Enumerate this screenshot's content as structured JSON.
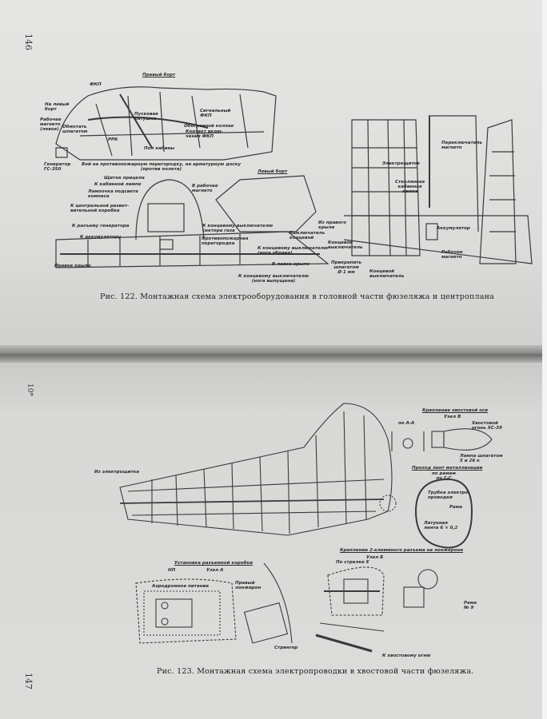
{
  "page_numbers": {
    "top": "146",
    "bottom": "147",
    "signature": "10*"
  },
  "figure_122": {
    "caption": "Рис. 122. Монтажная схема электрооборудования в головной части фюзеляжа и центроплана",
    "labels": [
      "Правый борт",
      "ФКП",
      "На левый\nборт",
      "Рабочее\nмагнето\n(левое)",
      "Обмотать\nшпагатом",
      "Пусковая\nкатушка",
      "РРК",
      "Сигнальный\nФКП",
      "Обогревной колпак",
      "Контакт вклю-\nчения ФКП",
      "Пол кабины",
      "Генератор\nГС-350",
      "Вой на противопожарную перегородку, на арматурную доску\n(против полета)",
      "Левый борт",
      "Щиток прицела",
      "К кабинной лампе",
      "Лампочка подсвета\nкомпаса",
      "В рабочее\nмагнето",
      "К центральной развет-\nвительной коробке",
      "К разъему генератора",
      "К аккумулятору",
      "Правое крыло",
      "К концевому выключателю\nсектора газа",
      "Противопожарная\nперегородка",
      "К концевому выключателю\n(нога убрана)",
      "В левое крыло",
      "К концевому выключателю\n(нога выпущена)",
      "Из правого\nкрыла",
      "Выключатель\nконцевой",
      "Концевой\nвыключатель",
      "Прикрепить\nшпагатом\nØ 1 мм",
      "Концевой\nвыключатель",
      "Электрощиток",
      "Переключатель\nмагнето",
      "Стеклянная\nкабинная\nлампа",
      "Аккумулятор",
      "Рабочее\nмагнето"
    ]
  },
  "figure_123": {
    "caption": "Рис. 123. Монтажная схема электропроводки в хвостовой части фюзеляжа.",
    "labels": [
      "Из электрощитка",
      "Крепление хвостовой оси",
      "Узел В",
      "по А-А",
      "Хвостовой\nогонь ХС-39",
      "Лампа шпагатом\n5 и 26 к",
      "Проход лент металлизации",
      "по рамам\nпо Г-Г",
      "Трубка электро-\nпроводки",
      "Рама",
      "Латунная\nлента 6 × 0,2",
      "Установка разъемной коробки",
      "Узел А",
      "НП",
      "Аэродромное питание",
      "Правый\nлонжерон",
      "Стрингер",
      "Крепление 2-клеммного разъема на лонжероне",
      "Узел Б",
      "По стрелке Е",
      "Рама\n№ 9",
      "К хвостовому огню"
    ]
  }
}
